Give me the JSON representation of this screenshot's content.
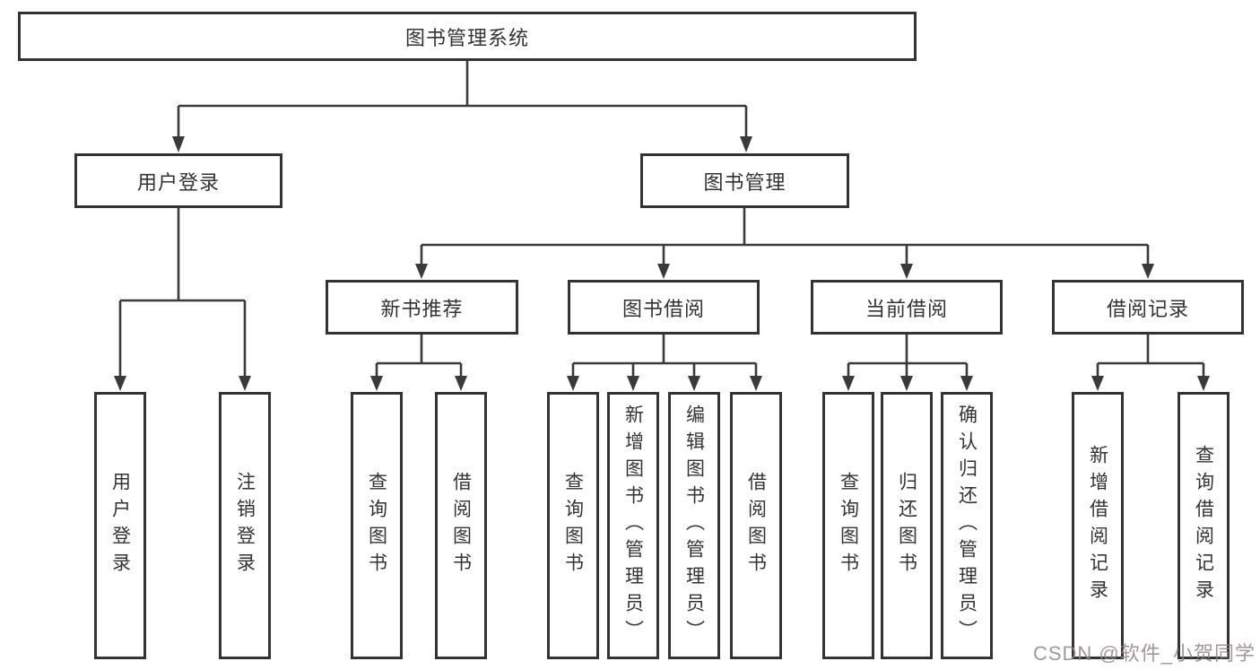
{
  "diagram": {
    "title": "图书管理系统",
    "colors": {
      "line": "#3a3a3a",
      "box_border": "#333333",
      "text": "#333333",
      "background": "#ffffff",
      "watermark": "#968489"
    }
  },
  "nodes": {
    "root": {
      "label": "图书管理系统"
    },
    "login": {
      "label": "用户登录",
      "children": [
        {
          "label": "用户登录"
        },
        {
          "label": "注销登录"
        }
      ]
    },
    "management": {
      "label": "图书管理",
      "children": [
        {
          "label": "新书推荐",
          "children": [
            {
              "label": "查询图书"
            },
            {
              "label": "借阅图书"
            }
          ]
        },
        {
          "label": "图书借阅",
          "children": [
            {
              "label": "查询图书"
            },
            {
              "label": "新增图书（管理员）"
            },
            {
              "label": "编辑图书（管理员）"
            },
            {
              "label": "借阅图书"
            }
          ]
        },
        {
          "label": "当前借阅",
          "children": [
            {
              "label": "查询图书"
            },
            {
              "label": "归还图书"
            },
            {
              "label": "确认归还（管理员）"
            }
          ]
        },
        {
          "label": "借阅记录",
          "children": [
            {
              "label": "新增借阅记录"
            },
            {
              "label": "查询借阅记录"
            }
          ]
        }
      ]
    }
  },
  "watermark": {
    "text": "CSDN @软件_小贺同学"
  }
}
